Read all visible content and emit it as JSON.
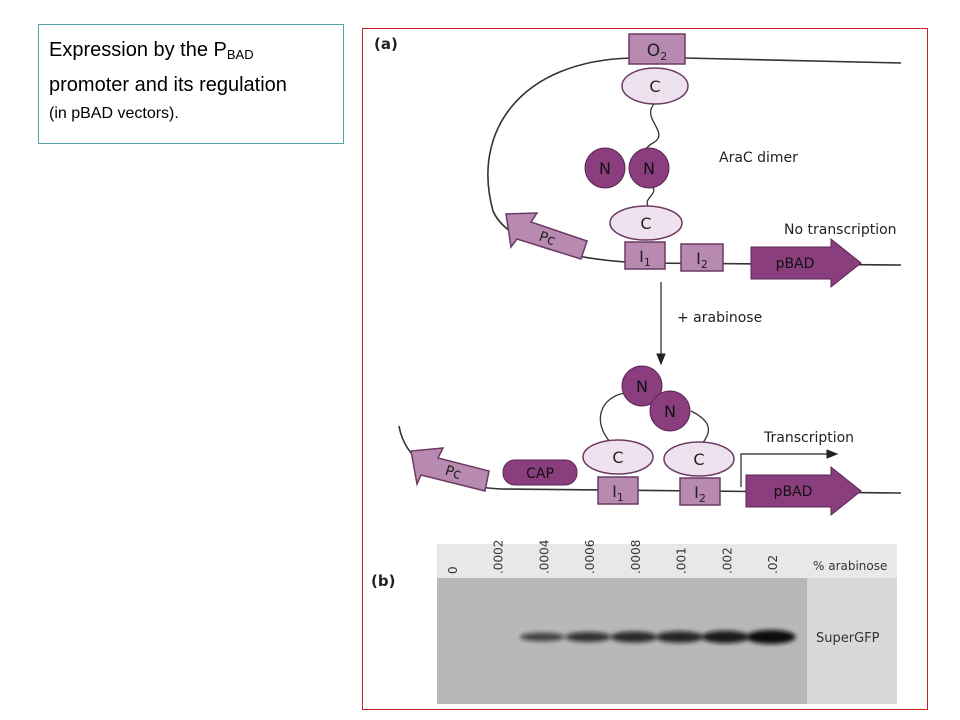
{
  "caption": {
    "line1_prefix": "Expression by the P",
    "line1_subscript": "BAD",
    "line2": "promoter and its regulation",
    "line3": "(in pBAD vectors)."
  },
  "panel_a": {
    "label": "(a)",
    "o2": "O",
    "o2_sub": "2",
    "c_domain": "C",
    "n_domain": "N",
    "arac_dimer": "AraC dimer",
    "pc": "Pc",
    "i1": "I",
    "i1_sub": "1",
    "i2": "I",
    "i2_sub": "2",
    "pbad": "pBAD",
    "no_transcription": "No transcription",
    "plus_arabinose": "+ arabinose",
    "cap": "CAP",
    "transcription": "Transcription"
  },
  "panel_b": {
    "label": "(b)",
    "lanes": [
      "0",
      ".0002",
      ".0004",
      ".0006",
      ".0008",
      ".001",
      ".002",
      ".02"
    ],
    "axis_label": "% arabinose",
    "band_label": "SuperGFP",
    "band_intensity": [
      0,
      0,
      0.45,
      0.6,
      0.7,
      0.75,
      0.85,
      1.0
    ]
  },
  "colors": {
    "purple_dark": "#8b3e7e",
    "purple_light": "#b98ab0",
    "purple_pale": "#eee2ee",
    "caption_border": "#5aa0a8",
    "frame_border": "#c8232b"
  }
}
